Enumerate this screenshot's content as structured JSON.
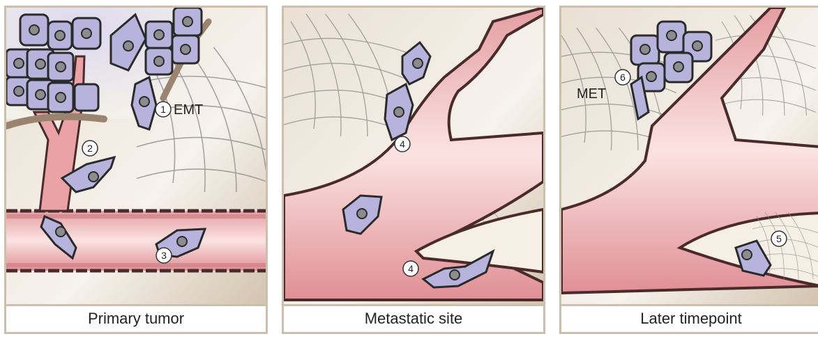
{
  "panels": [
    {
      "caption": "Primary tumor",
      "labels": {
        "emt": "EMT"
      },
      "steps": [
        "1",
        "2",
        "3"
      ]
    },
    {
      "caption": "Metastatic site",
      "steps": [
        "4",
        "4"
      ]
    },
    {
      "caption": "Later timepoint",
      "labels": {
        "met": "MET"
      },
      "steps": [
        "6",
        "5"
      ]
    }
  ],
  "colors": {
    "border": "#cdbfae",
    "vessel": "#e8a0a3",
    "vessel_wall": "#c97b80",
    "stroma": "#d8c9b4",
    "cell": "#b8b3dc",
    "nucleus": "#8d8b8d"
  }
}
